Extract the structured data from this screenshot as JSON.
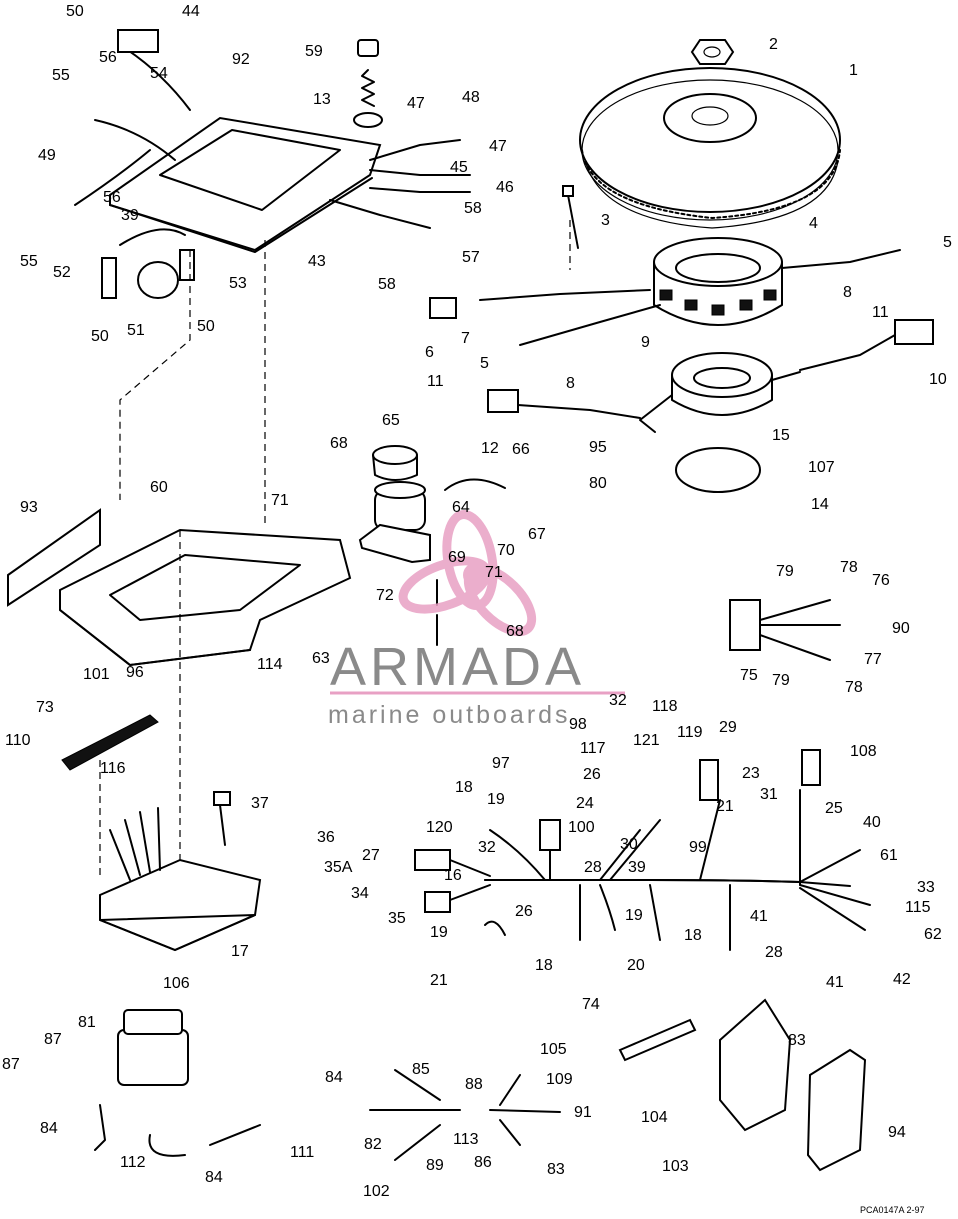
{
  "watermark": {
    "name": "ARMADA",
    "tagline": "marine outboards",
    "colors": {
      "text": "#8a8a8a",
      "logo": "#e8a0c4",
      "underline": "#e8a0c4"
    }
  },
  "drawing_code": "PCA0147A  2-97",
  "callouts": [
    "50",
    "44",
    "56",
    "54",
    "92",
    "59",
    "2",
    "1",
    "55",
    "13",
    "47",
    "48",
    "49",
    "47",
    "45",
    "46",
    "56",
    "3",
    "39",
    "58",
    "4",
    "5",
    "55",
    "52",
    "43",
    "57",
    "53",
    "58",
    "50",
    "51",
    "50",
    "8",
    "6",
    "7",
    "11",
    "9",
    "10",
    "5",
    "8",
    "11",
    "12",
    "65",
    "15",
    "95",
    "107",
    "68",
    "66",
    "80",
    "14",
    "71",
    "60",
    "64",
    "93",
    "69",
    "70",
    "67",
    "71",
    "72",
    "68",
    "63",
    "114",
    "79",
    "78",
    "76",
    "90",
    "77",
    "75",
    "79",
    "78",
    "101",
    "96",
    "73",
    "32",
    "98",
    "118",
    "121",
    "119",
    "29",
    "110",
    "97",
    "117",
    "26",
    "23",
    "108",
    "18",
    "31",
    "116",
    "19",
    "24",
    "25",
    "21",
    "40",
    "100",
    "37",
    "120",
    "30",
    "99",
    "36",
    "32",
    "27",
    "39",
    "28",
    "61",
    "35A",
    "34",
    "16",
    "26",
    "41",
    "33",
    "35",
    "19",
    "19",
    "115",
    "17",
    "18",
    "62",
    "21",
    "18",
    "20",
    "28",
    "41",
    "42",
    "106",
    "74",
    "81",
    "87",
    "105",
    "83",
    "84",
    "85",
    "88",
    "109",
    "87",
    "91",
    "104",
    "94",
    "84",
    "82",
    "113",
    "112",
    "111",
    "84",
    "89",
    "86",
    "83",
    "102",
    "103"
  ]
}
